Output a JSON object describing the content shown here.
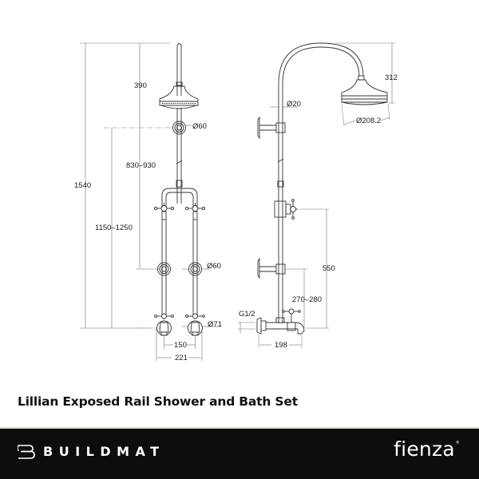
{
  "product": {
    "title": "Lillian Exposed Rail Shower and Bath Set"
  },
  "front_view": {
    "dimensions": {
      "overall_height": "1540",
      "head_drop": "390",
      "rail_bracket_range": "830–930",
      "mixer_height_range": "1150–1250",
      "upper_bracket_dia": "Ø60",
      "lower_bracket_dia": "Ø60",
      "valve_flange_dia": "Ø71",
      "valve_centres": "150",
      "overall_width": "221"
    }
  },
  "side_view": {
    "dimensions": {
      "head_drop": "312",
      "rail_dia": "Ø20",
      "head_dia": "Ø208.2",
      "diverter_height": "550",
      "bracket_height_range": "270–280",
      "inlet_thread": "G1/2",
      "projection": "198"
    }
  },
  "footer": {
    "brand_left": "BUILDMAT",
    "brand_right": "fienza",
    "brand_right_mark": "®"
  },
  "colors": {
    "line": "#333333",
    "footer_bg": "#0f0d0b",
    "footer_text": "#ffffff"
  }
}
